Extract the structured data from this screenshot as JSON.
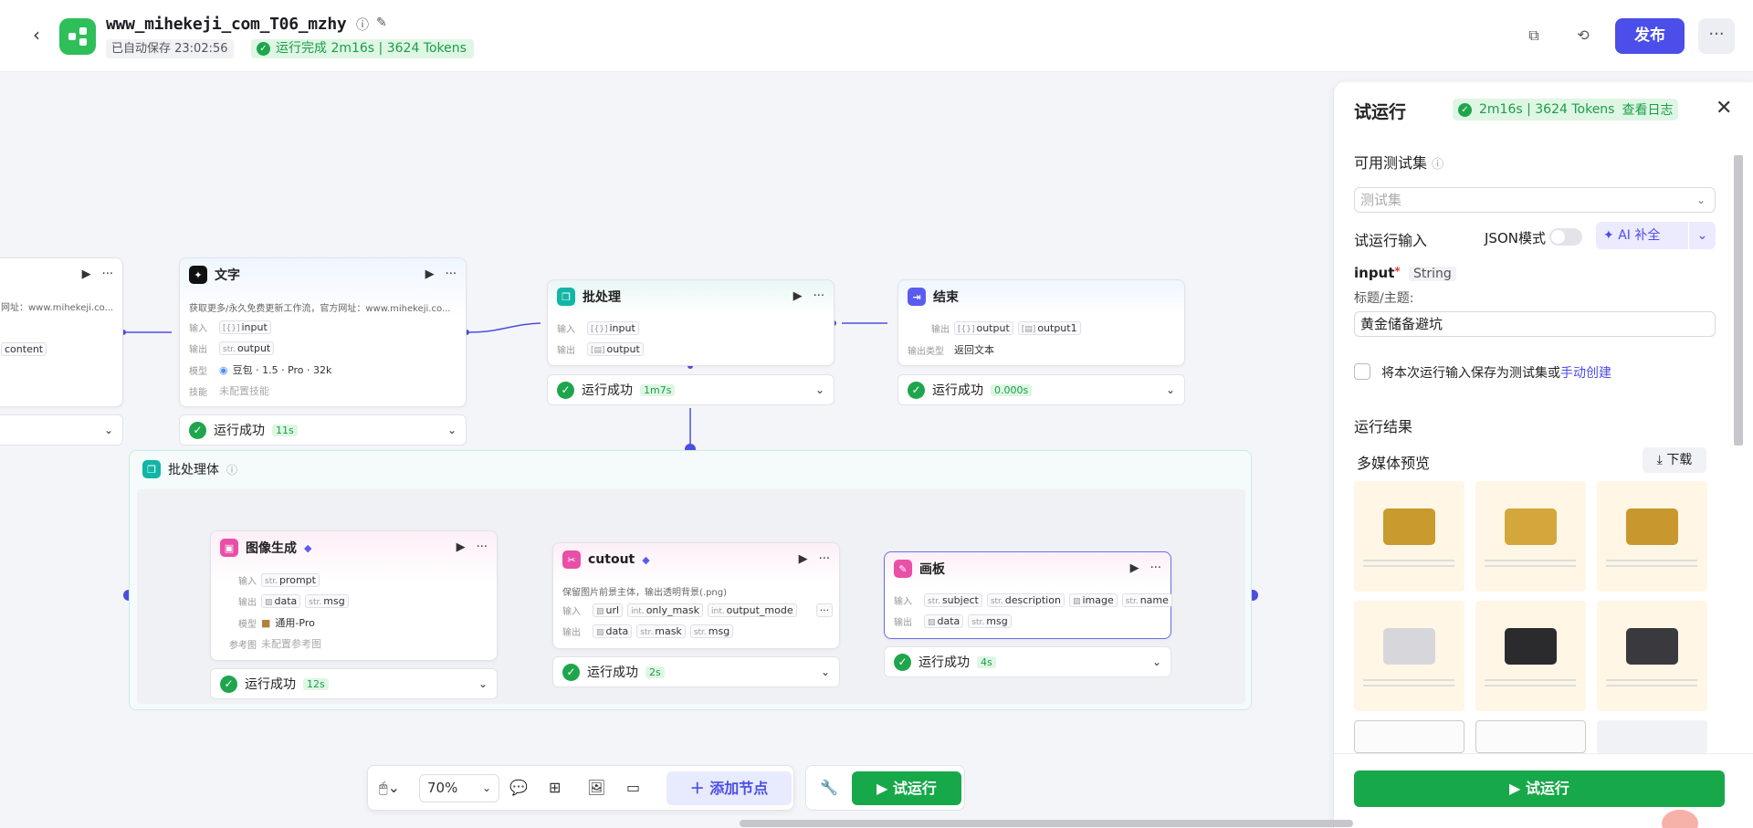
{
  "header": {
    "title": "www_mihekeji_com_T06_mzhy",
    "saved": "已自动保存 23:02:56",
    "run_status": "运行完成 2m16s | 3624 Tokens",
    "publish": "发布"
  },
  "nodes": {
    "left_partial": {
      "desc": "网址：www.mihekeji.co...",
      "tag": "content"
    },
    "text": {
      "title": "文字",
      "desc": "获取更多/永久免费更新工作流，官方网址：www.mihekeji.co...",
      "in_label": "输入",
      "in_tag": "input",
      "out_label": "输出",
      "out_tag": "output",
      "model_label": "模型",
      "model": "豆包 · 1.5 · Pro · 32k",
      "skill_label": "技能",
      "skill": "未配置技能",
      "status": "运行成功",
      "time": "11s"
    },
    "batch": {
      "title": "批处理",
      "in_label": "输入",
      "in_tag": "input",
      "out_label": "输出",
      "out_tag": "output",
      "status": "运行成功",
      "time": "1m7s"
    },
    "end": {
      "title": "结束",
      "out_label": "输出",
      "out_tag1": "output",
      "out_tag2": "output1",
      "type_label": "输出类型",
      "type": "返回文本",
      "status": "运行成功",
      "time": "0.000s"
    },
    "batch_body": {
      "title": "批处理体"
    },
    "image_gen": {
      "title": "图像生成",
      "in_label": "输入",
      "in_tag": "prompt",
      "out_label": "输出",
      "out_tag1": "data",
      "out_tag2": "msg",
      "model_label": "模型",
      "model": "通用-Pro",
      "ref_label": "参考图",
      "ref": "未配置参考图",
      "status": "运行成功",
      "time": "12s"
    },
    "cutout": {
      "title": "cutout",
      "desc": "保留图片前景主体，输出透明背景(.png)",
      "in_label": "输入",
      "in_tag1": "url",
      "in_tag2": "only_mask",
      "in_tag3": "output_mode",
      "out_label": "输出",
      "out_tag1": "data",
      "out_tag2": "mask",
      "out_tag3": "msg",
      "status": "运行成功",
      "time": "2s"
    },
    "board": {
      "title": "画板",
      "in_label": "输入",
      "in_tag1": "subject",
      "in_tag2": "description",
      "in_tag3": "image",
      "in_tag4": "name",
      "out_label": "输出",
      "out_tag1": "data",
      "out_tag2": "msg",
      "status": "运行成功",
      "time": "4s"
    }
  },
  "toolbar": {
    "zoom": "70%",
    "add_node": "添加节点",
    "try_run": "试运行"
  },
  "panel": {
    "title": "试运行",
    "badge_stats": "2m16s | 3624 Tokens",
    "badge_log": "查看日志",
    "testset_label": "可用测试集",
    "testset_placeholder": "测试集",
    "input_label": "试运行输入",
    "json_mode": "JSON模式",
    "ai_fill": "AI 补全",
    "field_name": "input",
    "field_required": "*",
    "field_type": "String",
    "field_hint": "标题/主题:",
    "field_value": "黄金储备避坑",
    "save_text": "将本次运行输入保存为测试集或",
    "save_link": "手动创建",
    "result_label": "运行结果",
    "media_label": "多媒体预览",
    "download": "下载",
    "run_button": "试运行"
  },
  "colors": {
    "accent": "#4b4ee8",
    "success": "#17a84a",
    "success_bg": "#dff6e4"
  }
}
